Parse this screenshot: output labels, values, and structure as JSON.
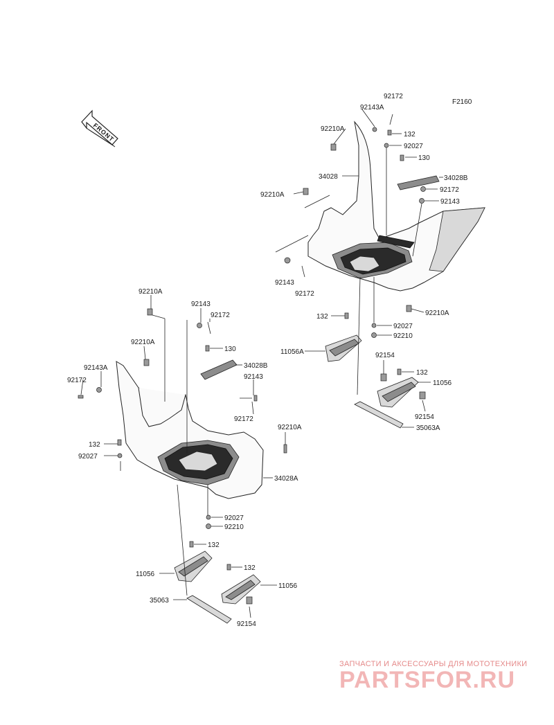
{
  "figure_code": "F2160",
  "front_arrow_label": "FRONT",
  "watermark": {
    "line": "ЗАПЧАСТИ И АКСЕССУАРЫ ДЛЯ МОТОТЕХНИКИ",
    "logo": "PARTSFOR.RU"
  },
  "labels": {
    "r_92172_top": "92172",
    "r_92143A": "92143A",
    "r_92210A_top": "92210A",
    "r_132_top": "132",
    "r_92027_top": "92027",
    "r_130": "130",
    "r_34028": "34028",
    "r_34028B": "34028B",
    "r_92210A_mid": "92210A",
    "r_92172_mid": "92172",
    "r_92143_mid": "92143",
    "r_92143_low": "92143",
    "r_92172_low": "92172",
    "r_92210A_low": "92210A",
    "r_132_bracket": "132",
    "r_92027_bot": "92027",
    "r_92210_bot": "92210",
    "r_11056A": "11056A",
    "r_92154_a": "92154",
    "r_132_b": "132",
    "r_11056": "11056",
    "r_92154_b": "92154",
    "r_35063A": "35063A",
    "l_92210A_top": "92210A",
    "l_92143_top": "92143",
    "l_92172_top": "92172",
    "l_92210A_2": "92210A",
    "l_130": "130",
    "l_92143A": "92143A",
    "l_34028B": "34028B",
    "l_92172_left": "92172",
    "l_92143_mid": "92143",
    "l_92172_mid": "92172",
    "l_92210A_right": "92210A",
    "l_132": "132",
    "l_92027": "92027",
    "l_34028A": "34028A",
    "l_92027_bot": "92027",
    "l_92210_bot": "92210",
    "l_132_b": "132",
    "l_11056_a": "11056",
    "l_132_c": "132",
    "l_11056_b": "11056",
    "l_35063": "35063",
    "l_92154": "92154"
  }
}
